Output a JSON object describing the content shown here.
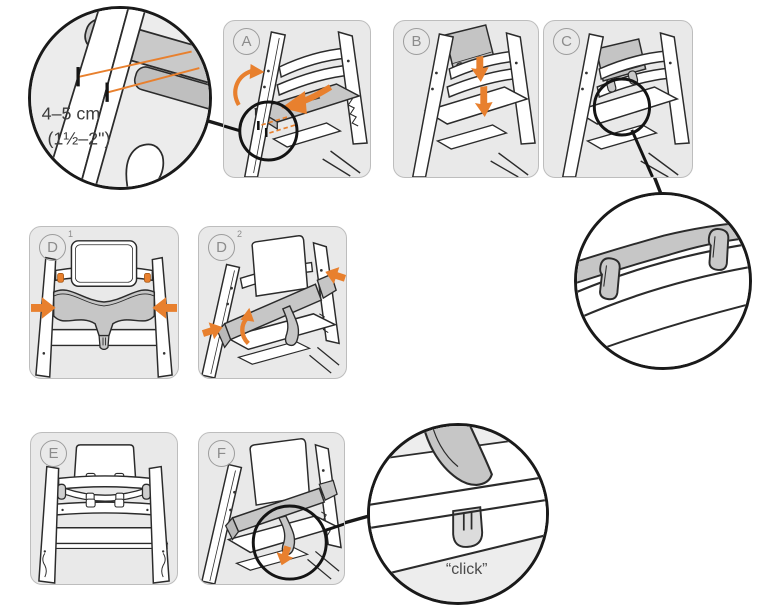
{
  "document_type": "assembly-instruction-diagram",
  "colors": {
    "accent_orange": "#E8802E",
    "panel_background": "#E9E9E9",
    "panel_border": "#BDBDBD",
    "line_art": "#2B2B2B",
    "part_gray": "#C6C6C6",
    "label_gray": "#8C8C8C",
    "text_dark": "#3D3D3D"
  },
  "panels": [
    {
      "label": "A",
      "sup": ""
    },
    {
      "label": "B",
      "sup": ""
    },
    {
      "label": "C",
      "sup": ""
    },
    {
      "label": "D",
      "sup": "1"
    },
    {
      "label": "D",
      "sup": "2"
    },
    {
      "label": "E",
      "sup": ""
    },
    {
      "label": "F",
      "sup": ""
    }
  ],
  "callouts": {
    "measurement": {
      "line1": "4–5 cm",
      "line2": "(1½–2\")"
    },
    "click": {
      "label": "“click”"
    }
  },
  "icons": {
    "down-arrow-icon": "orange insertion arrow",
    "left-arrow-icon": "orange push arrow",
    "right-arrow-icon": "orange push arrow",
    "rotate-arrow-icon": "orange curved arrow",
    "zoom-callout-circle": "black magnifier circle"
  }
}
